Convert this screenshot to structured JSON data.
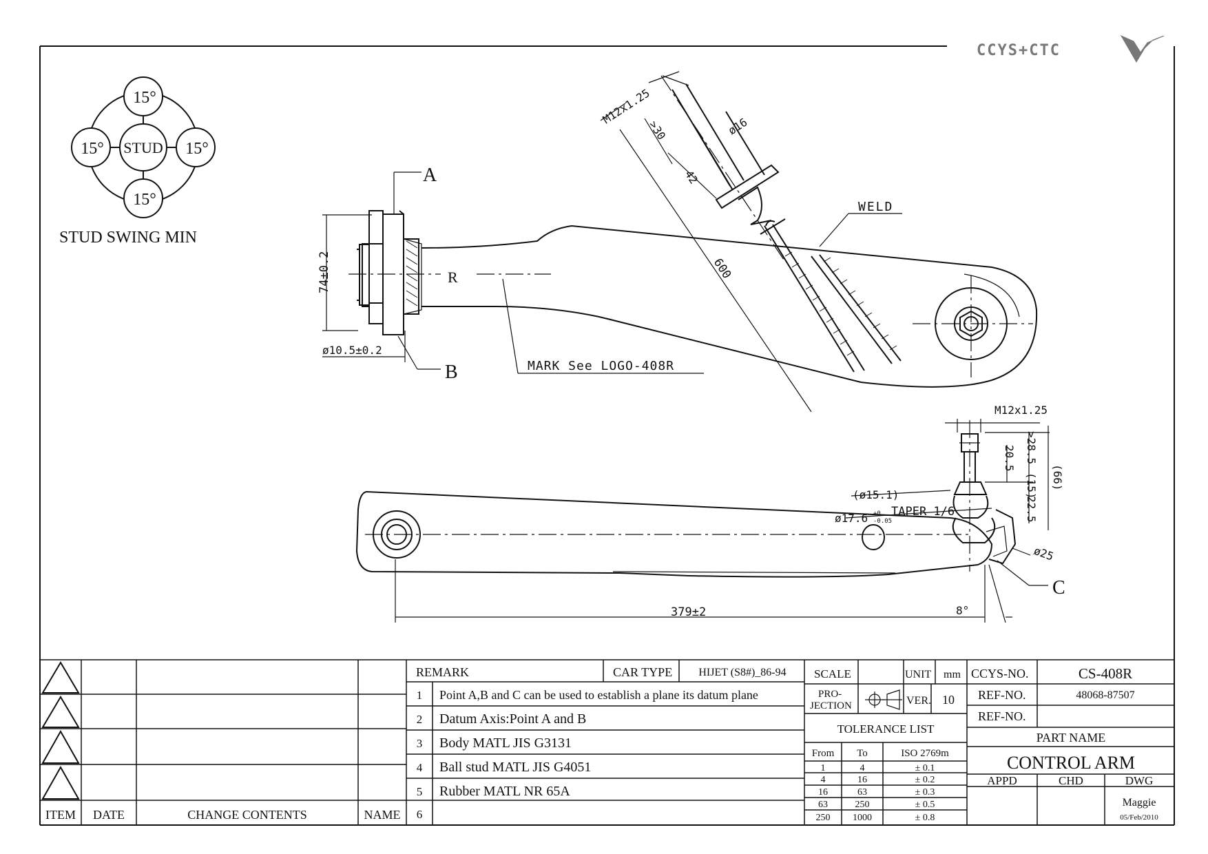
{
  "brand": {
    "logo_text": "CCYS+CTC"
  },
  "stud_swing": {
    "center": "STUD",
    "top": "15°",
    "left": "15°",
    "right": "15°",
    "bottom": "15°",
    "caption": "STUD SWING MIN"
  },
  "top_view": {
    "datum_a": "A",
    "datum_b": "B",
    "radius_label": "R",
    "height_dim": "74±0.2",
    "hole_dim": "ø10.5±0.2",
    "mark_note": "MARK See LOGO-408R",
    "weld": "WELD",
    "length_dim": "600",
    "thread": "M12x1.25",
    "len_30": ">30",
    "len_42": "42",
    "dia_16": "ø16"
  },
  "side_view": {
    "thread": "M12x1.25",
    "d_28_5": ">28.5",
    "d_20_5": "20.5",
    "d_15": "(15)",
    "d_22_5": "22.5",
    "d_66": "(66)",
    "dia_15_1": "(ø15.1)",
    "taper": "ø17.6",
    "taper_tol_upper": "+0",
    "taper_tol_lower": "-0.05",
    "taper_text": "TAPER 1/6",
    "dia_25": "ø25",
    "datum_c": "C",
    "length_dim": "379±2",
    "angle": "8°"
  },
  "title_block": {
    "headers": {
      "item": "ITEM",
      "date": "DATE",
      "change_contents": "CHANGE CONTENTS",
      "name": "NAME"
    },
    "remark_label": "REMARK",
    "car_type_label": "CAR TYPE",
    "car_type_value": "HIJET (S8#)_86-94",
    "remarks": [
      {
        "no": "1",
        "text": "Point A,B and C can be used to establish a plane its datum plane"
      },
      {
        "no": "2",
        "text": "Datum Axis:Point A and B"
      },
      {
        "no": "3",
        "text": "Body MATL JIS G3131"
      },
      {
        "no": "4",
        "text": "Ball stud MATL JIS G4051"
      },
      {
        "no": "5",
        "text": "Rubber MATL NR 65A"
      },
      {
        "no": "6",
        "text": ""
      }
    ],
    "scale_label": "SCALE",
    "unit_label": "UNIT",
    "unit_value": "mm",
    "projection_label_1": "PRO-",
    "projection_label_2": "JECTION",
    "ver_label": "VER.",
    "ver_value": "10",
    "tolerance_title": "TOLERANCE LIST",
    "tolerance_headers": {
      "from": "From",
      "to": "To",
      "iso": "ISO 2769m"
    },
    "tolerances": [
      {
        "from": "1",
        "to": "4",
        "tol": "± 0.1"
      },
      {
        "from": "4",
        "to": "16",
        "tol": "± 0.2"
      },
      {
        "from": "16",
        "to": "63",
        "tol": "± 0.3"
      },
      {
        "from": "63",
        "to": "250",
        "tol": "± 0.5"
      },
      {
        "from": "250",
        "to": "1000",
        "tol": "± 0.8"
      }
    ],
    "ccys_no_label": "CCYS-NO.",
    "ccys_no_value": "CS-408R",
    "ref_no_label": "REF-NO.",
    "ref_no_value": "48068-87507",
    "ref_no2_label": "REF-NO.",
    "part_name_label": "PART NAME",
    "part_name_value": "CONTROL ARM",
    "appd_label": "APPD",
    "chd_label": "CHD",
    "dwg_label": "DWG",
    "dwg_name": "Maggie",
    "dwg_date": "05/Feb/2010"
  }
}
